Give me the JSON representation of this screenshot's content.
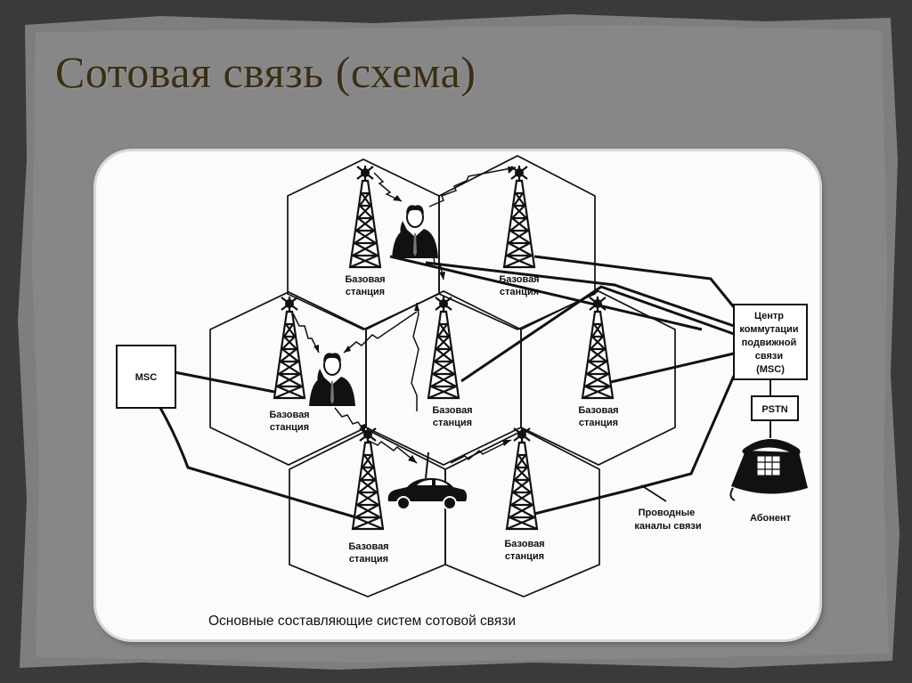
{
  "slide": {
    "title": "Сотовая связь (схема)",
    "caption": "Основные составляющие систем сотовой связи"
  },
  "diagram": {
    "base_station": [
      "Базовая",
      "станция"
    ],
    "msc_box": "MSC",
    "center": [
      "Центр",
      "коммутации",
      "подвижной",
      "связи",
      "(MSC)"
    ],
    "pstn": "PSTN",
    "subscriber": "Абонент",
    "wired_channels": [
      "Проводные",
      "каналы связи"
    ]
  },
  "icons": [
    "tower-icon",
    "person-phone-icon",
    "car-icon",
    "telephone-icon"
  ]
}
